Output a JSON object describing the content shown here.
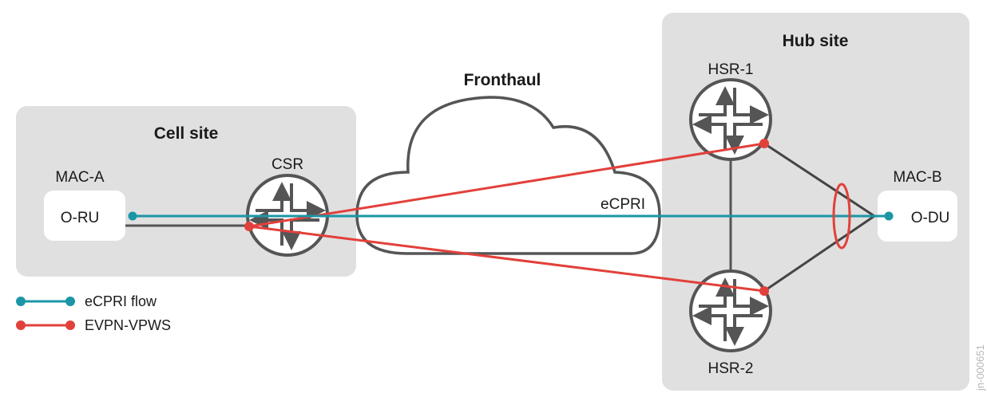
{
  "sites": {
    "cell": {
      "title": "Cell site"
    },
    "hub": {
      "title": "Hub site"
    }
  },
  "network": {
    "title": "Fronthaul",
    "flow_label": "eCPRI"
  },
  "nodes": {
    "oru": {
      "label": "O-RU",
      "mac": "MAC-A"
    },
    "odu": {
      "label": "O-DU",
      "mac": "MAC-B"
    },
    "csr": {
      "label": "CSR"
    },
    "hsr1": {
      "label": "HSR-1"
    },
    "hsr2": {
      "label": "HSR-2"
    }
  },
  "legend": [
    {
      "label": "eCPRI flow",
      "color": "#1a96a6"
    },
    {
      "label": "EVPN-VPWS",
      "color": "#e2403a"
    }
  ],
  "colors": {
    "site_bg": "#e0e0e0",
    "device_stroke": "#555555",
    "ecpri": "#1a96a6",
    "evpn": "#e2403a"
  },
  "watermark": "jn-000651"
}
